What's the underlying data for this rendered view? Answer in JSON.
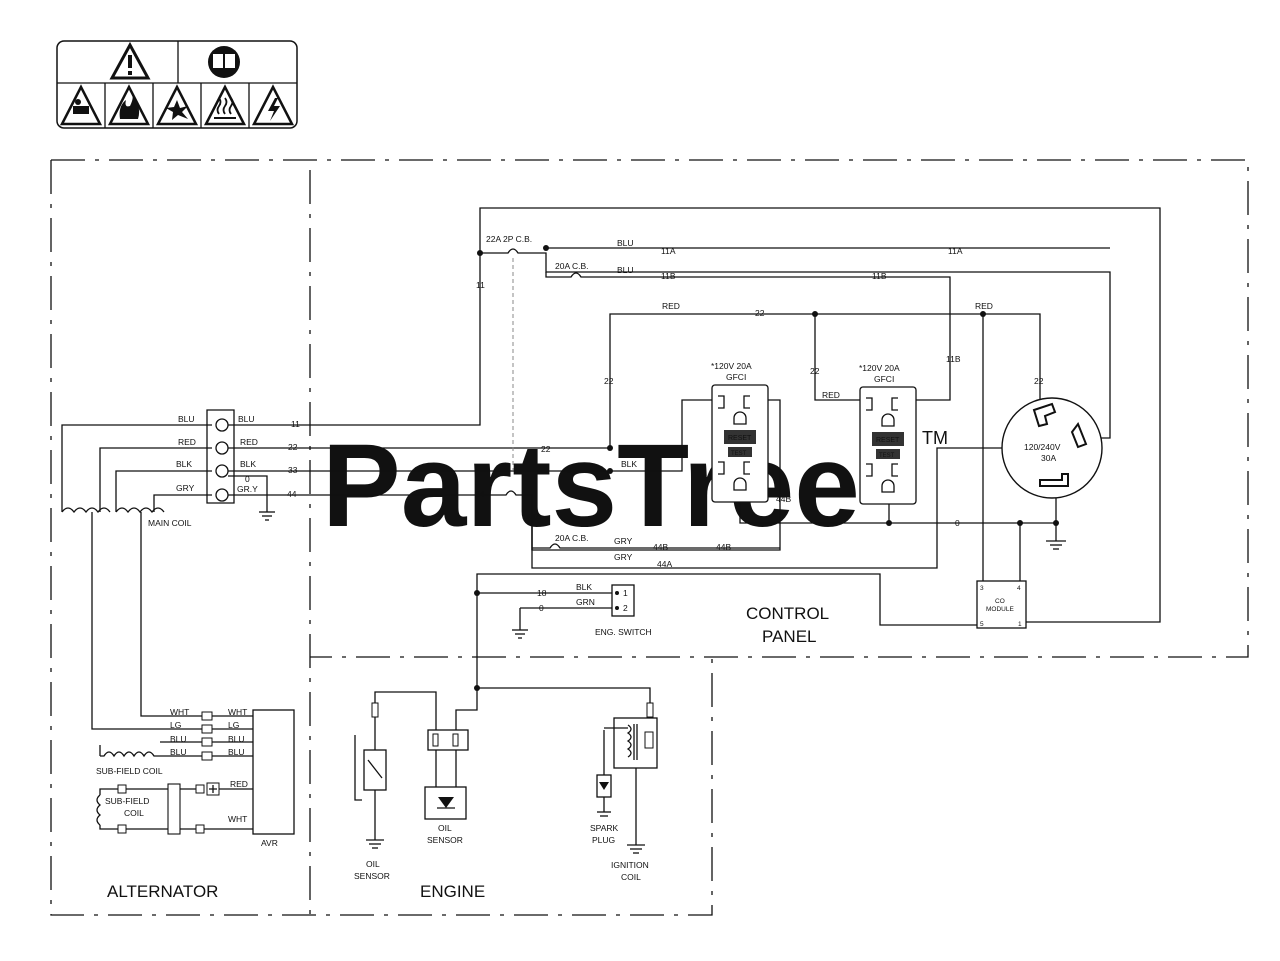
{
  "watermark": "PartsTree",
  "watermark_tm": "TM",
  "sections": {
    "alternator": "ALTERNATOR",
    "engine": "ENGINE",
    "control_panel_1": "CONTROL",
    "control_panel_2": "PANEL"
  },
  "breakers": {
    "cb_22a_2p": "22A 2P C.B.",
    "cb_20a_top": "20A C.B.",
    "cb_20a_bottom": "20A C.B."
  },
  "gfci_left": {
    "line1": "*120V 20A",
    "line2": "GFCI",
    "reset": "RESET",
    "test": "TEST"
  },
  "gfci_right": {
    "line1": "*120V 20A",
    "line2": "GFCI",
    "reset": "RESET",
    "test": "TEST"
  },
  "twistlock": {
    "line1": "120/240V",
    "line2": "30A"
  },
  "co_module": {
    "line1": "CO",
    "line2": "MODULE",
    "pin3": "3",
    "pin4": "4",
    "pin5": "5",
    "pin1": "1"
  },
  "eng_switch": {
    "label": "ENG. SWITCH",
    "pin1": "1",
    "pin2": "2",
    "wire_blk": "BLK",
    "wire_grn": "GRN",
    "num18": "18",
    "num0": "0"
  },
  "main_coil": {
    "label": "MAIN COIL",
    "left_colors": [
      "BLU",
      "RED",
      "BLK",
      "GRY"
    ],
    "right_colors": [
      "BLU",
      "RED",
      "BLK",
      "GR.Y"
    ],
    "terminal_zero": "0"
  },
  "wire_numbers": {
    "n11": "11",
    "n11_vert": "11",
    "n22": "22",
    "n22_b": "22",
    "n33": "33",
    "n33_b": "33",
    "n44": "44",
    "n44_b": "44",
    "n44a_vert": "44A",
    "n44a": "44A",
    "n44b_1": "44B",
    "n44b_2": "44B",
    "n44b_vert": "44B",
    "n11a_1": "11A",
    "n11a_2": "11A",
    "n11b_1": "11B",
    "n11b_2": "11B",
    "n11b_vert": "11B",
    "n22_top": "22",
    "n22_vert": "22",
    "n22_mid": "22",
    "n22_right": "22",
    "n0": "0"
  },
  "wire_colors": {
    "blu_11a": "BLU",
    "blu_11b": "BLU",
    "red_top": "RED",
    "red_right": "RED",
    "red_gfci": "RED",
    "blk_33": "BLK",
    "gry_44b": "GRY",
    "gry_44a": "GRY"
  },
  "avr": {
    "label": "AVR",
    "left_colors": [
      "WHT",
      "LG",
      "BLU",
      "BLU"
    ],
    "right_colors": [
      "WHT",
      "LG",
      "BLU",
      "BLU"
    ],
    "red": "RED",
    "wht": "WHT"
  },
  "subfield_coil_1": "SUB-FIELD COIL",
  "subfield_coil_2": {
    "line1": "SUB-FIELD",
    "line2": "COIL"
  },
  "oil_sensor_1": {
    "line1": "OIL",
    "line2": "SENSOR"
  },
  "oil_sensor_2": {
    "line1": "OIL",
    "line2": "SENSOR"
  },
  "spark_plug": {
    "line1": "SPARK",
    "line2": "PLUG"
  },
  "ignition_coil": {
    "line1": "IGNITION",
    "line2": "COIL"
  },
  "warning_icons": [
    "warning-triangle-icon",
    "read-manual-icon",
    "toxic-fumes-icon",
    "fire-icon",
    "explosion-icon",
    "hot-surface-icon",
    "electric-shock-icon"
  ]
}
